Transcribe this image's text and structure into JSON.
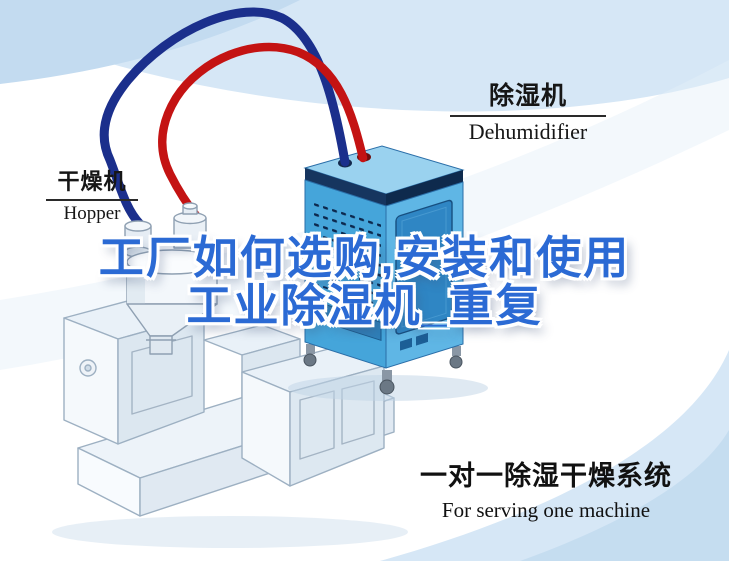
{
  "illustration": {
    "title": {
      "line1": "工厂如何选购,安装和使用",
      "line2": "工业除湿机_重复"
    },
    "labels": {
      "dehumidifier": {
        "cn": "除湿机",
        "en": "Dehumidifier"
      },
      "hopper": {
        "cn": "干燥机",
        "en": "Hopper"
      },
      "system": {
        "cn": "一对一除湿干燥系统",
        "en": "For serving one machine"
      }
    },
    "colors": {
      "title_blue": "#2b6ad4",
      "pipe_red": "#c41313",
      "pipe_navy": "#1b2f8c",
      "machine_blue_light": "#9ad2ef",
      "machine_blue": "#5fb6e5",
      "machine_blue_dark": "#2f86c4",
      "background_blue": "#d6e7f6"
    }
  }
}
